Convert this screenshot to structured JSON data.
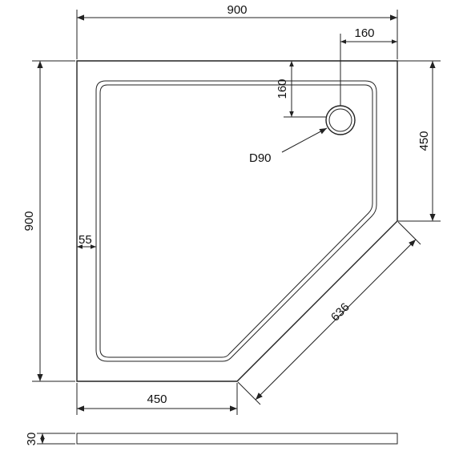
{
  "dimensions": {
    "top_width": "900",
    "left_height": "900",
    "drain_offset_x": "160",
    "drain_offset_y": "160",
    "right_side": "450",
    "bottom_side": "450",
    "diagonal": "636",
    "rim_width": "55",
    "drain_diameter": "D90",
    "thickness": "30"
  }
}
